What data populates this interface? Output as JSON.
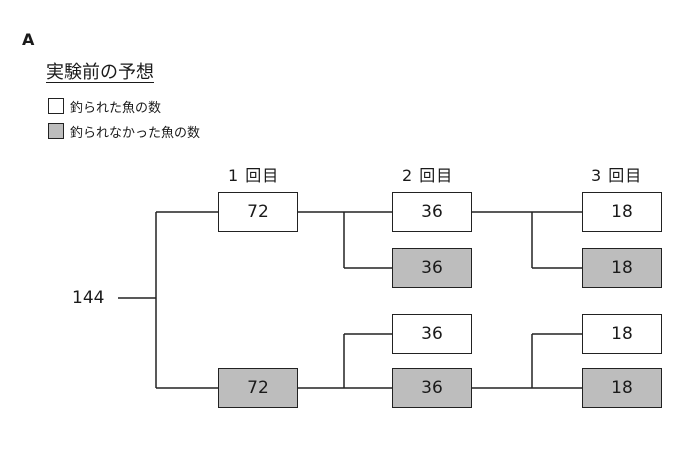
{
  "panel_label": "A",
  "heading": "実験前の予想",
  "legend": {
    "caught": "釣られた魚の数",
    "uncaught": "釣られなかった魚の数"
  },
  "rounds": [
    "1 回目",
    "2 回目",
    "3 回目"
  ],
  "start_value": "144",
  "boxes": {
    "r1_caught": "72",
    "r1_uncaught": "72",
    "r2_top_caught": "36",
    "r2_top_uncaught": "36",
    "r2_bottom_caught": "36",
    "r2_bottom_uncaught": "36",
    "r3_top_caught": "18",
    "r3_top_uncaught": "18",
    "r3_bottom_caught": "18",
    "r3_bottom_uncaught": "18"
  },
  "colors": {
    "caught": "#ffffff",
    "uncaught": "#bdbdbd",
    "line": "#222222"
  }
}
